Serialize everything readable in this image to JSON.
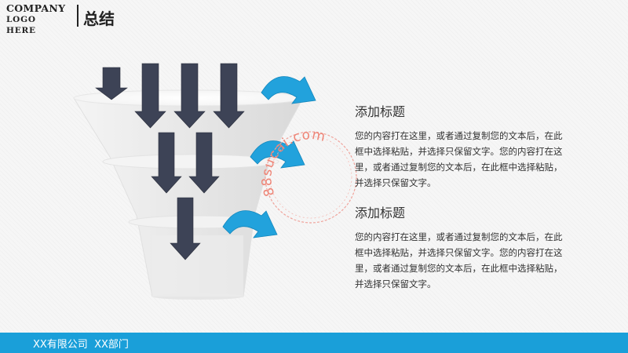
{
  "header": {
    "logo_line1": "COMPANY",
    "logo_line2": "LOGO HERE",
    "title": "总结"
  },
  "blocks": [
    {
      "title": "添加标题",
      "body": "您的内容打在这里，或者通过复制您的文本后，在此框中选择粘贴，并选择只保留文字。您的内容打在这里，或者通过复制您的文本后，在此框中选择粘贴，并选择只保留文字。"
    },
    {
      "title": "添加标题",
      "body": "您的内容打在这里，或者通过复制您的文本后，在此框中选择粘贴，并选择只保留文字。您的内容打在这里，或者通过复制您的文本后，在此框中选择粘贴，并选择只保留文字。"
    }
  ],
  "watermark": "88sucai.com",
  "footer": {
    "text": "XX有限公司  XX部门"
  },
  "colors": {
    "accent": "#1a9fd9",
    "arrow_dark": "#3d4356",
    "arrow_blue": "#22a2dc"
  },
  "icons": [
    "down-arrow-icon",
    "curved-arrow-icon"
  ]
}
